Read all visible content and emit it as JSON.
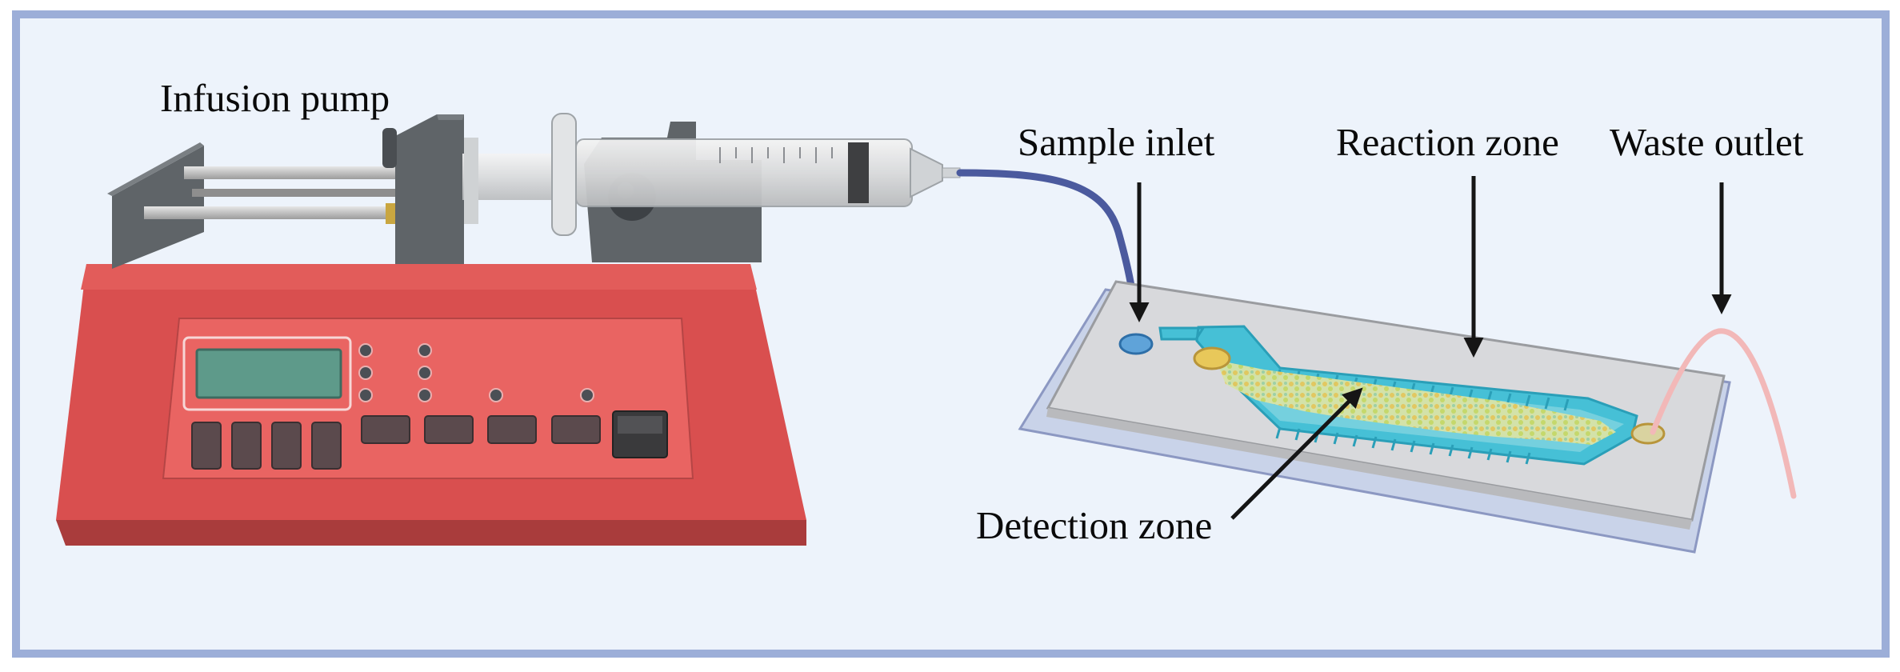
{
  "labels": {
    "infusion_pump": "Infusion pump",
    "sample_inlet": "Sample inlet",
    "reaction_zone": "Reaction zone",
    "waste_outlet": "Waste outlet",
    "detection_zone": "Detection zone"
  },
  "colors": {
    "background": "#edf3fb",
    "frame_border": "#9caed8",
    "pump_body": "#d94f4f",
    "pump_top": "#e96462",
    "pump_display": "#5e9a8a",
    "syringe_block": "#5f6468",
    "tubing": "#4b5a9e",
    "chip_glass": "#d7d9dc",
    "chip_channel": "#46c0d6",
    "detection_beads": "#e8c85a",
    "waste_tube": "#f2b8b8",
    "arrow": "#151515"
  }
}
